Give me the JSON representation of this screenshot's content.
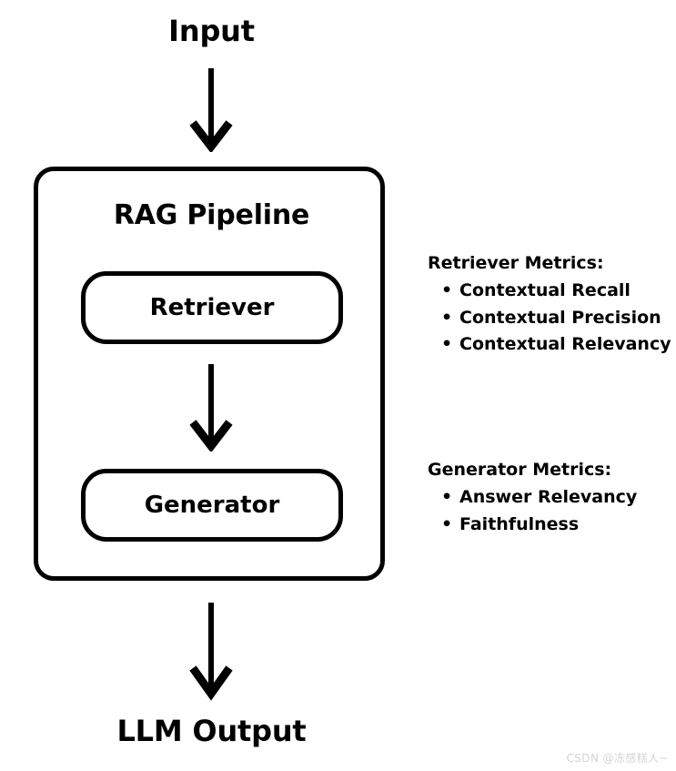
{
  "diagram": {
    "input_label": "Input",
    "output_label": "LLM Output",
    "pipeline_title": "RAG Pipeline",
    "stages": [
      {
        "id": "retriever",
        "label": "Retriever"
      },
      {
        "id": "generator",
        "label": "Generator"
      }
    ],
    "arrows": [
      {
        "id": "input-to-pipeline",
        "name": "arrow-input-to-pipeline"
      },
      {
        "id": "retriever-to-generator",
        "name": "arrow-retriever-to-generator"
      },
      {
        "id": "pipeline-to-output",
        "name": "arrow-pipeline-to-output"
      }
    ],
    "metrics": [
      {
        "id": "retriever-metrics",
        "heading": "Retriever Metrics:",
        "items": [
          "Contextual Recall",
          "Contextual Precision",
          "Contextual Relevancy"
        ]
      },
      {
        "id": "generator-metrics",
        "heading": "Generator Metrics:",
        "items": [
          "Answer Relevancy",
          "Faithfulness"
        ]
      }
    ],
    "colors": {
      "stroke": "#000000",
      "background": "#ffffff",
      "text": "#000000",
      "watermark": "#d4d4d4"
    }
  },
  "watermark": {
    "text": "CSDN @冻感糕人~"
  }
}
